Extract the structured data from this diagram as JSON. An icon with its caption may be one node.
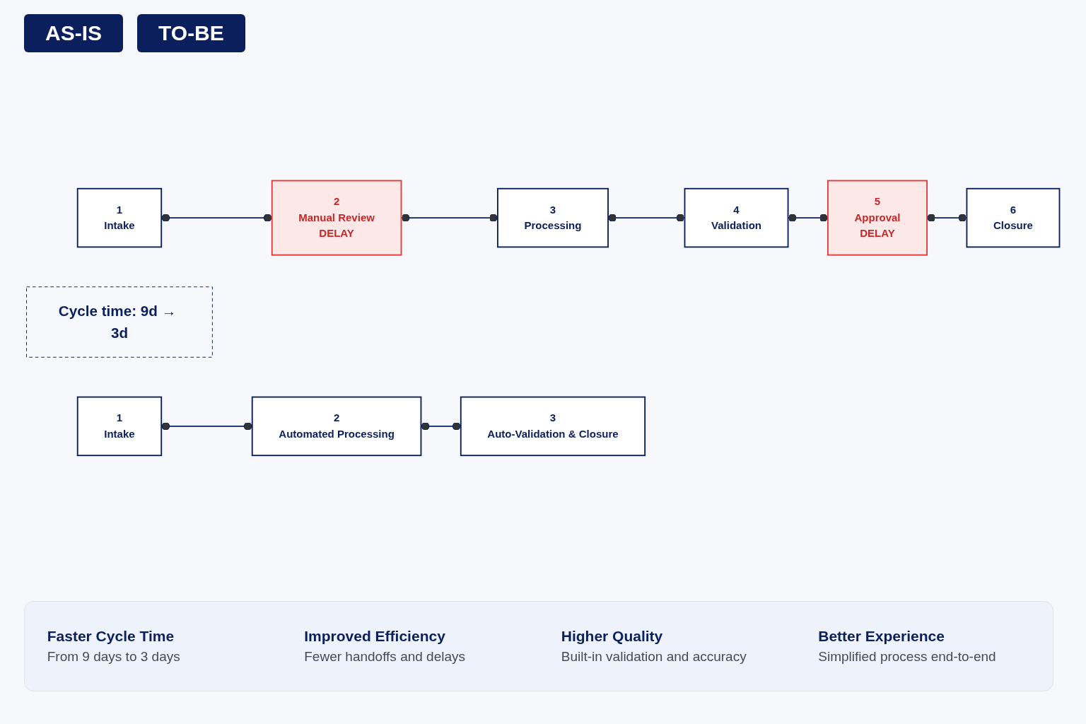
{
  "diagram": {
    "nodes": [
      {
        "text": [
          "1",
          "Intake"
        ]
      },
      {
        "text": [
          "2",
          "Manual Review",
          "DELAY"
        ]
      },
      {
        "text": [
          "3",
          "Processing"
        ]
      },
      {
        "text": [
          "4",
          "Validation"
        ]
      },
      {
        "text": [
          "5",
          "Approval",
          "DELAY"
        ]
      },
      {
        "text": [
          "6",
          "Closure"
        ]
      },
      {
        "text": [
          "Cycle time: 9d → 3d"
        ]
      },
      {
        "text": [
          "1",
          "Intake"
        ]
      },
      {
        "text": [
          "2",
          "Automated Processing"
        ]
      },
      {
        "text": [
          "3",
          "Auto-Validation & Closure"
        ]
      }
    ],
    "edges": [
      {
        "from": 0,
        "to": 1,
        "arrow": "other"
      },
      {
        "from": 1,
        "to": 2,
        "arrow": "other"
      },
      {
        "from": 2,
        "to": 3,
        "arrow": "other"
      },
      {
        "from": 3,
        "to": 4,
        "arrow": "other"
      },
      {
        "from": 4,
        "to": 5,
        "arrow": "other"
      },
      {
        "from": 7,
        "to": 8,
        "arrow": "other"
      },
      {
        "from": 8,
        "to": 9,
        "arrow": "other"
      }
    ],
    "labels": [
      "AS-IS",
      "TO-BE",
      "Faster Cycle Time",
      "From 9 days to 3 days",
      "Improved Efficiency",
      "Fewer handoffs and delays",
      "Higher Quality",
      "Built-in validation and accuracy",
      "Better Experience",
      "Simplified process end-to-end"
    ]
  }
}
